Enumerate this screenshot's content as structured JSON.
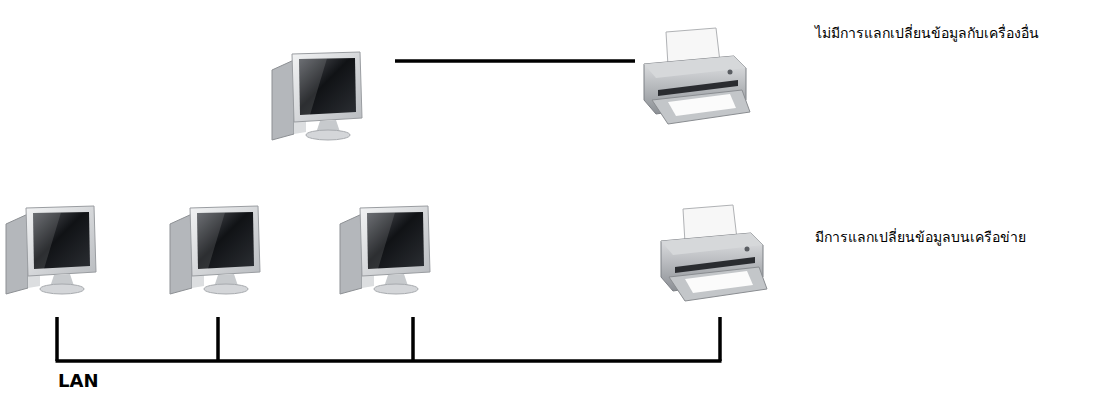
{
  "diagram": {
    "labels": [
      "ไม่มีการแลกเปลี่ยนข้อมูลกับเครื่องอื่น",
      "มีการแลกเปลี่ยนข้อมูลบนเครือข่าย",
      "LAN"
    ]
  }
}
